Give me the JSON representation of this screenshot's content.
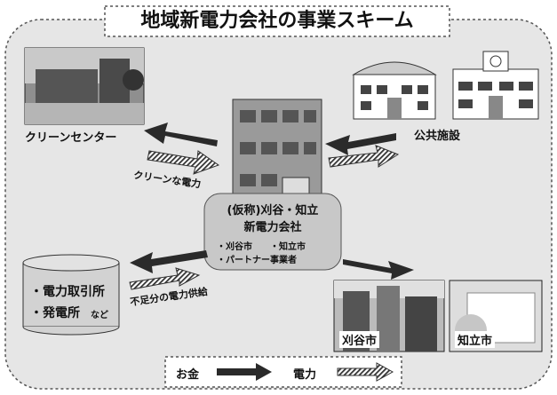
{
  "title": "地域新電力会社の事業スキーム",
  "nodes": {
    "clean_center": "クリーンセンター",
    "clean_power": "クリーンな電力",
    "public_facilities": "公共施設",
    "company_name_line1": "(仮称)刈谷・知立",
    "company_name_line2": "新電力会社",
    "member_1": "・刈谷市",
    "member_2": "・知立市",
    "member_3": "・パートナー事業者",
    "exchange_item_1": "・電力取引所",
    "exchange_item_2": "・発電所",
    "exchange_item_2_suffix": "など",
    "shortfall_power": "不足分の電力供給",
    "city_kariya": "刈谷市",
    "city_chiryu": "知立市"
  },
  "legend": {
    "money": "お金",
    "power": "電力"
  },
  "colors": {
    "background": "#e6e6e6",
    "dark_arrow": "#2a2a2a",
    "company_box": "#c8c8c8",
    "building": "#9a9a9a"
  }
}
